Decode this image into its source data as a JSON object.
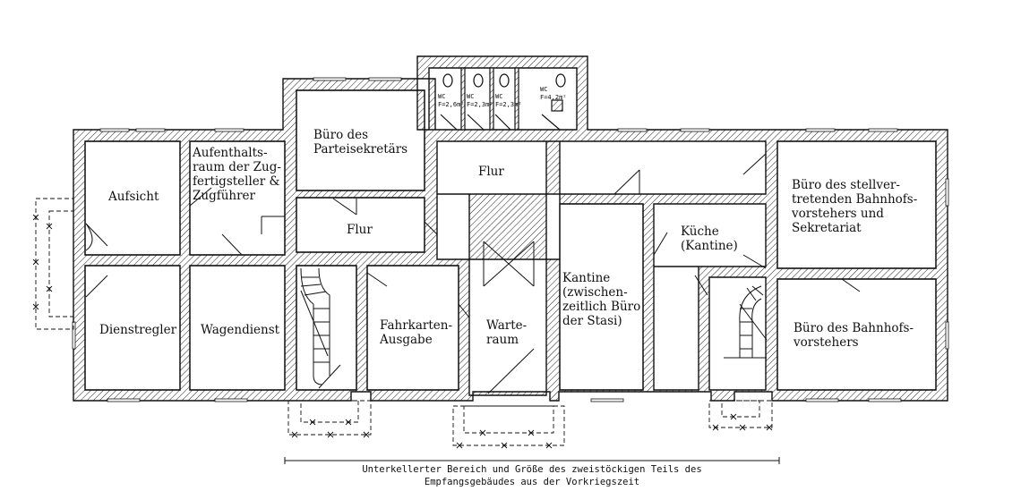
{
  "rooms": {
    "aufsicht": "Aufsicht",
    "aufenthalt": "Aufenthalts-\nraum der Zug-\nfertigsteller &\nZugführer",
    "partei": "Büro des\nParteisekretärs",
    "flur_main": "Flur",
    "flur_small": "Flur",
    "stellv": "Büro des stellver-\ntretenden Bahnhofs-\nvorstehers und\nSekretariat",
    "kueche": "Küche\n(Kantine)",
    "kantine": "Kantine\n(zwischen-\nzeitlich Büro\nder Stasi)",
    "dienstregler": "Dienstregler",
    "wagendienst": "Wagendienst",
    "fahrkarten": "Fahrkarten-\nAusgabe",
    "warteraum": "Warte-\nraum",
    "vorsteher": "Büro des Bahnhofs-\nvorstehers"
  },
  "wc": [
    "WC\nF=2,6m²",
    "WC\nF=2,3m²",
    "WC\nF=2,3m²",
    "WC\nF=4,2m²"
  ],
  "note": "Unterkellerter Bereich und Größe des zweistöckigen Teils des\nEmpfangsgebäudes aus der Vorkriegszeit"
}
